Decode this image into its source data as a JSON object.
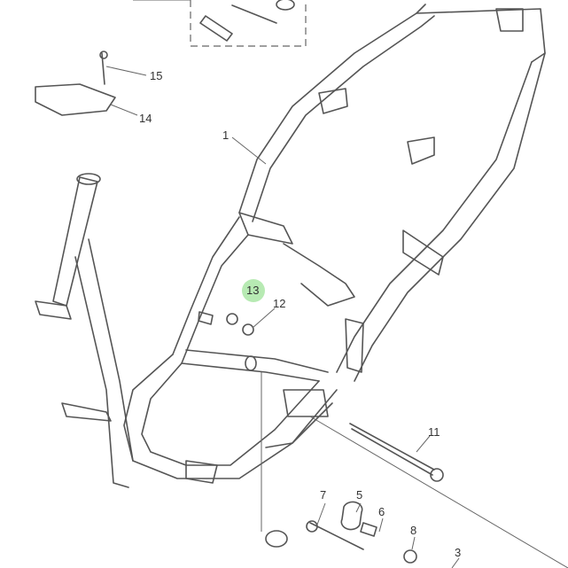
{
  "diagram": {
    "labels": {
      "p15": "15",
      "p14": "14",
      "p1": "1",
      "p13": "13",
      "p12": "12",
      "p11": "11",
      "p7": "7",
      "p5": "5",
      "p6": "6",
      "p8": "8",
      "p3": "3"
    },
    "highlighted_part": "13",
    "highlight_color": "#9fe39a",
    "line_color": "#555555"
  }
}
